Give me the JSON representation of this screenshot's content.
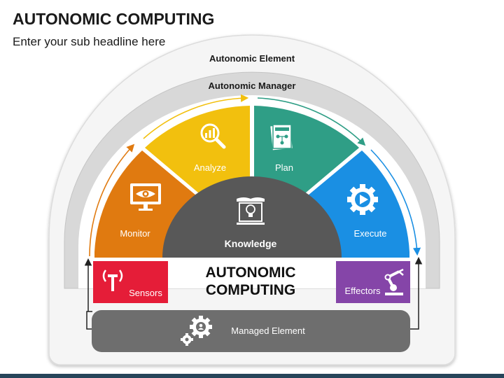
{
  "header": {
    "title": "AUTONOMIC COMPUTING",
    "subtitle": "Enter your sub headline here"
  },
  "diagram": {
    "outer_label": "Autonomic Element",
    "inner_label": "Autonomic Manager",
    "segments": [
      {
        "label": "Monitor",
        "icon": "monitor-eye-icon",
        "color": "#e07a10"
      },
      {
        "label": "Analyze",
        "icon": "analytics-magnifier-icon",
        "color": "#f2c00e"
      },
      {
        "label": "Plan",
        "icon": "plan-document-icon",
        "color": "#2f9e86"
      },
      {
        "label": "Execute",
        "icon": "gear-play-icon",
        "color": "#1a8fe3"
      }
    ],
    "knowledge": {
      "label": "Knowledge",
      "icon": "book-lightbulb-icon",
      "color": "#585858"
    },
    "center_title_line1": "AUTONOMIC",
    "center_title_line2": "COMPUTING",
    "sensors": {
      "label": "Sensors",
      "icon": "antenna-icon",
      "color": "#e51d38"
    },
    "effectors": {
      "label": "Effectors",
      "icon": "robot-arm-icon",
      "color": "#8545a8"
    },
    "managed_element": {
      "label": "Managed Element",
      "icon": "gears-person-icon",
      "color": "#6e6e6e"
    }
  },
  "colors": {
    "outer_arch": "#f5f5f5",
    "inner_arch": "#d8d8d8",
    "inner_fill": "#ffffff",
    "bottom_bar": "#27455a"
  }
}
